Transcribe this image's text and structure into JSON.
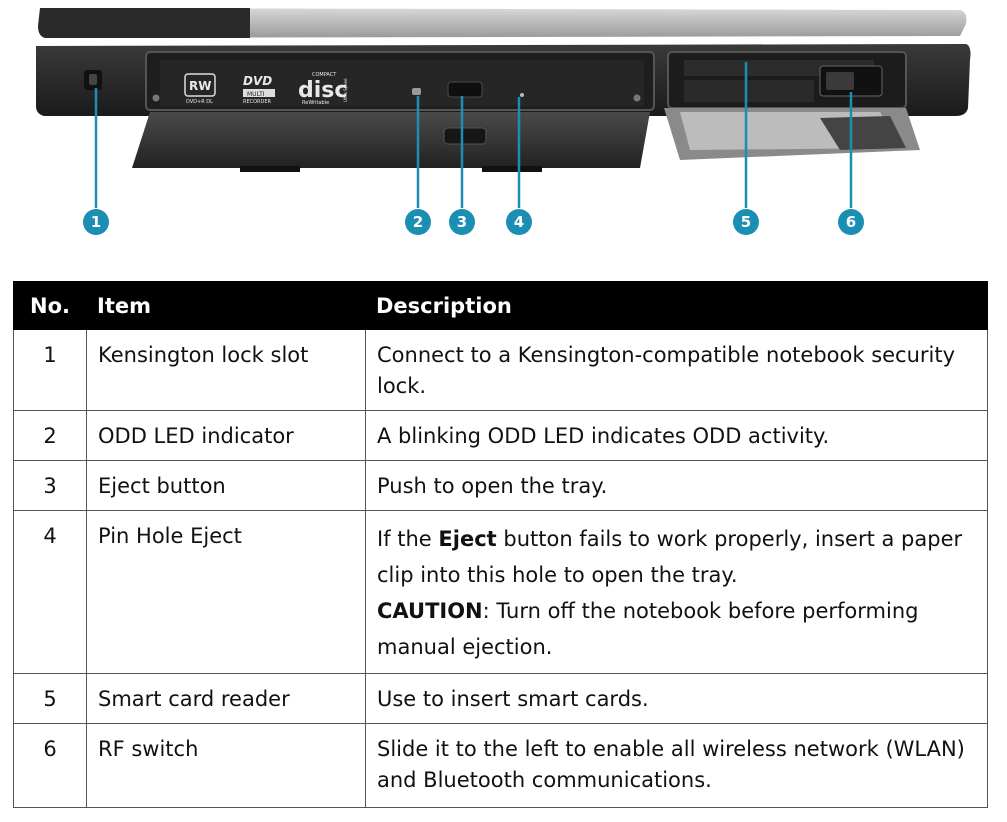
{
  "figure": {
    "disc_logos": {
      "rw": "RW",
      "rw_sub": "DVD+R DL",
      "dvd": "DVD",
      "dvd_multi": "MULTI",
      "dvd_recorder": "RECORDER",
      "compact": "COMPACT",
      "disc": "disc",
      "rewritable": "ReWritable",
      "ultraspeed": "Ultra Speed"
    },
    "callouts": [
      "1",
      "2",
      "3",
      "4",
      "5",
      "6"
    ],
    "colors": {
      "callout": "#1b8fb3",
      "body": "#2b2b2b",
      "lid": "#c9c9c9"
    }
  },
  "table": {
    "headers": {
      "no": "No.",
      "item": "Item",
      "description": "Description"
    },
    "rows": [
      {
        "no": "1",
        "item": "Kensington lock slot",
        "description": "Connect to a Kensington-compatible notebook security lock."
      },
      {
        "no": "2",
        "item": "ODD LED indicator",
        "description": "A blinking ODD LED indicates ODD activity."
      },
      {
        "no": "3",
        "item": "Eject button",
        "description": "Push to open the tray."
      },
      {
        "no": "4",
        "item": "Pin Hole Eject",
        "description_prefix": "If the ",
        "description_bold1": "Eject",
        "description_mid": " button fails to work properly, insert a paper clip into this hole to open the tray.",
        "caution_label": "CAUTION",
        "caution_text": ": Turn off the notebook before performing manual ejection."
      },
      {
        "no": "5",
        "item": "Smart card reader",
        "description": "Use to insert smart cards."
      },
      {
        "no": "6",
        "item": "RF switch",
        "description": "Slide it to the left to enable all wireless network (WLAN) and Bluetooth communications."
      }
    ]
  }
}
